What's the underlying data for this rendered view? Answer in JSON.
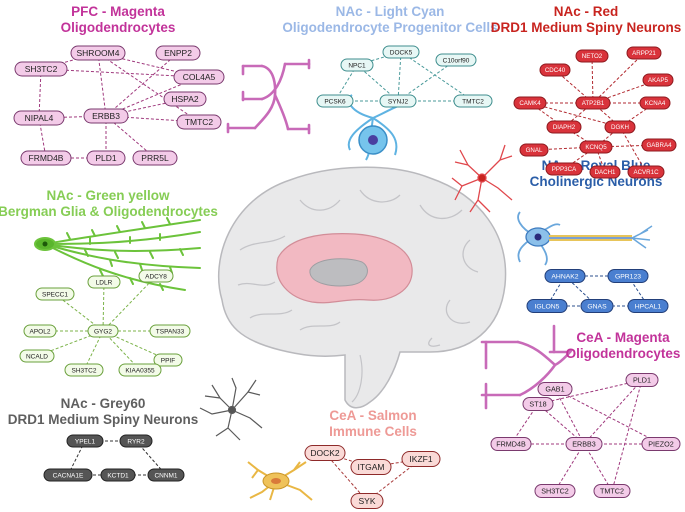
{
  "clusters": [
    {
      "id": "pfc-magenta",
      "title": [
        "PFC - Magenta",
        "Oligodendrocytes"
      ],
      "title_color": "#c2339a",
      "node_fill": "#f3cbe8",
      "node_stroke": "#7a3a6e",
      "edge_color": "#a03a7e",
      "nodes": [
        "SHROOM4",
        "ENPP2",
        "SH3TC2",
        "COL4A5",
        "HSPA2",
        "NIPAL4",
        "ERBB3",
        "TMTC2",
        "FRMD4B",
        "PLD1",
        "PRR5L"
      ]
    },
    {
      "id": "nac-lightcyan",
      "title": [
        "NAc - Light Cyan",
        "Oligodendrocyte Progenitor Cells"
      ],
      "title_color": "#9bb8e6",
      "node_fill": "#e7f7f5",
      "node_stroke": "#3f8e8e",
      "edge_color": "#4a9a9a",
      "nodes": [
        "DOCK5",
        "NPC1",
        "C10orf90",
        "PCSK6",
        "SYNJ2",
        "TMTC2"
      ]
    },
    {
      "id": "nac-red",
      "title": [
        "NAc - Red",
        "DRD1 Medium Spiny Neurons"
      ],
      "title_color": "#c8241f",
      "node_fill": "#d9333b",
      "node_stroke": "#8e1a1f",
      "edge_color": "#b22a30",
      "nodes": [
        "NETO2",
        "ARPP21",
        "CDC40",
        "AKAP5",
        "CAMK4",
        "ATP2B1",
        "KCNA4",
        "DIAPH2",
        "DGKH",
        "GNAL",
        "KCNQ5",
        "GABRA4",
        "PPP3CA",
        "DACH1",
        "ACVR1C"
      ]
    },
    {
      "id": "nac-greenyellow",
      "title": [
        "NAc - Green yellow",
        "Bergman Glia & Oligodendrocytes"
      ],
      "title_color": "#86cd55",
      "node_fill": "#f3fbe8",
      "node_stroke": "#6aa03c",
      "edge_color": "#7cb34a",
      "nodes": [
        "LDLR",
        "ADCY8",
        "SPECC1",
        "APOL2",
        "GYG2",
        "TSPAN33",
        "NCALD",
        "PPIF",
        "SH3TC2",
        "KIAA0355"
      ]
    },
    {
      "id": "nac-royalblue",
      "title": [
        "NAc - Royal Blue",
        "Cholinergic Neurons"
      ],
      "title_color": "#2b5ea8",
      "node_fill": "#4a7fd0",
      "node_stroke": "#223f7a",
      "edge_color": "#2b4f8e",
      "nodes": [
        "AHNAK2",
        "GPR123",
        "IGLON5",
        "GNAS",
        "HPCAL1"
      ]
    },
    {
      "id": "cea-magenta",
      "title": [
        "CeA - Magenta",
        "Oligodendrocytes"
      ],
      "title_color": "#c2339a",
      "node_fill": "#f3cbe8",
      "node_stroke": "#7a3a6e",
      "edge_color": "#a03a7e",
      "nodes": [
        "GAB1",
        "PLD1",
        "ST18",
        "FRMD4B",
        "ERBB3",
        "PIEZO2",
        "SH3TC2",
        "TMTC2"
      ]
    },
    {
      "id": "nac-grey60",
      "title": [
        "NAc - Grey60",
        "DRD1 Medium Spiny Neurons"
      ],
      "title_color": "#5f5f5f",
      "node_fill": "#555555",
      "node_stroke": "#222222",
      "edge_color": "#333333",
      "nodes": [
        "YPEL1",
        "RYR2",
        "CACNA1E",
        "KCTD1",
        "CNNM1"
      ]
    },
    {
      "id": "cea-salmon",
      "title": [
        "CeA - Salmon",
        "Immune Cells"
      ],
      "title_color": "#ee9a96",
      "node_fill": "#fadad7",
      "node_stroke": "#8e2a2a",
      "edge_color": "#a83a3a",
      "nodes": [
        "DOCK2",
        "ITGAM",
        "IKZF1",
        "SYK"
      ]
    }
  ]
}
